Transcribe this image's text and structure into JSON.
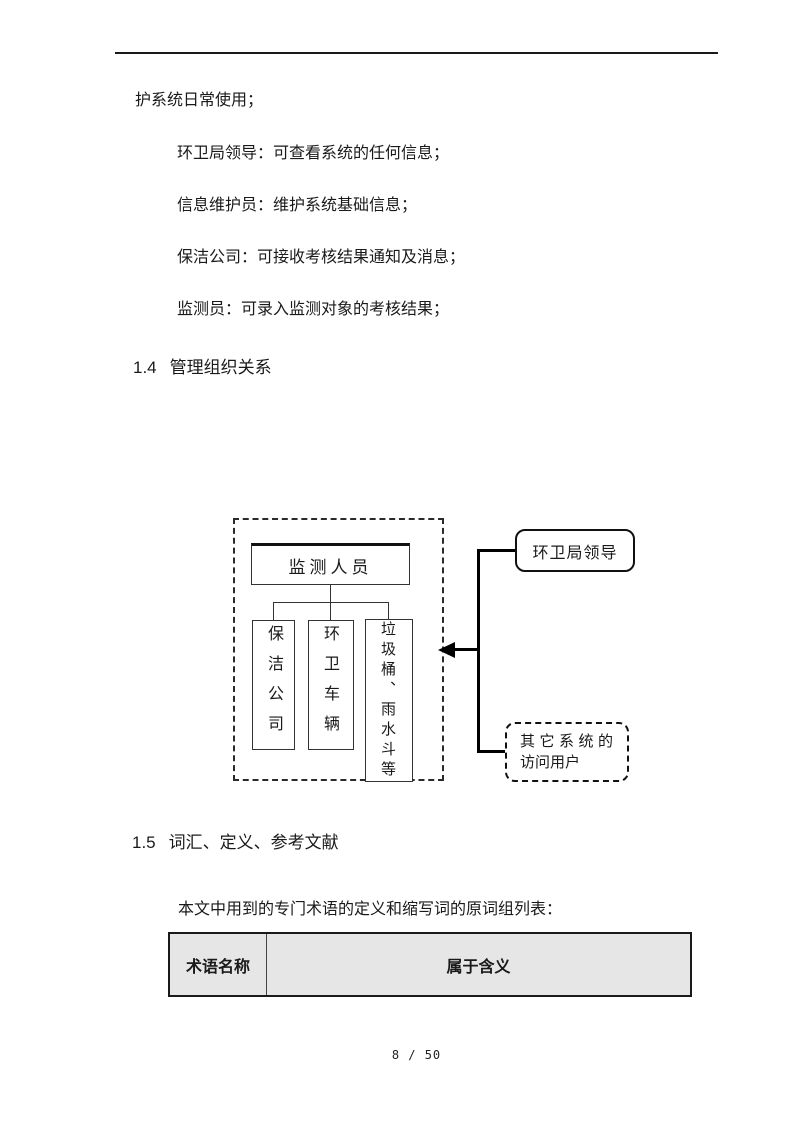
{
  "page": {
    "footer_text": "8 / 50"
  },
  "colors": {
    "text": "#1a1a1a",
    "table_header_bg": "#e6e6e6",
    "diagram_line": "#000000"
  },
  "body": {
    "opening_line": "护系统日常使用；",
    "role_lines": [
      "环卫局领导：可查看系统的任何信息；",
      "信息维护员：维护系统基础信息；",
      "保洁公司：可接收考核结果通知及消息；",
      "监测员：可录入监测对象的考核结果；"
    ],
    "terms_intro": "本文中用到的专门术语的定义和缩写词的原词组列表："
  },
  "headings": {
    "h14_number": "1.4",
    "h14_title": "管理组织关系",
    "h15_number": "1.5",
    "h15_title": "词汇、定义、参考文献"
  },
  "diagram": {
    "monitor_label": "监测人员",
    "sub_boxes": [
      "保洁公司",
      "环卫车辆",
      "垃圾桶、雨水斗等"
    ],
    "leader_label": "环卫局领导",
    "other_users_line1": "其它系统的",
    "other_users_line2": "访问用户"
  },
  "table": {
    "headers": [
      "术语名称",
      "属于含义"
    ]
  }
}
